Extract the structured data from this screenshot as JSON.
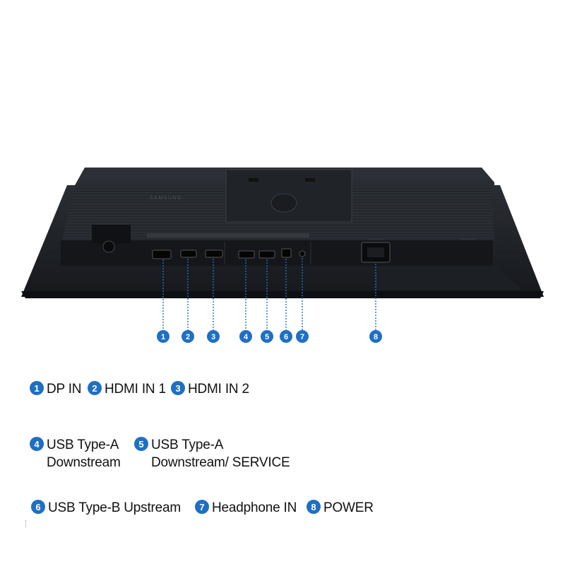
{
  "brand": "SAMSUNG",
  "accent_color": "#1f6fc4",
  "callout_numbers": [
    "1",
    "2",
    "3",
    "4",
    "5",
    "6",
    "7",
    "8"
  ],
  "legend": [
    {
      "num": "1",
      "line1": "DP IN"
    },
    {
      "num": "2",
      "line1": "HDMI IN 1"
    },
    {
      "num": "3",
      "line1": "HDMI IN 2"
    },
    {
      "num": "4",
      "line1": "USB Type-A",
      "line2": "Downstream"
    },
    {
      "num": "5",
      "line1": "USB Type-A",
      "line2": "Downstream/ SERVICE"
    },
    {
      "num": "6",
      "line1": "USB Type-B Upstream"
    },
    {
      "num": "7",
      "line1": "Headphone IN"
    },
    {
      "num": "8",
      "line1": "POWER"
    }
  ]
}
